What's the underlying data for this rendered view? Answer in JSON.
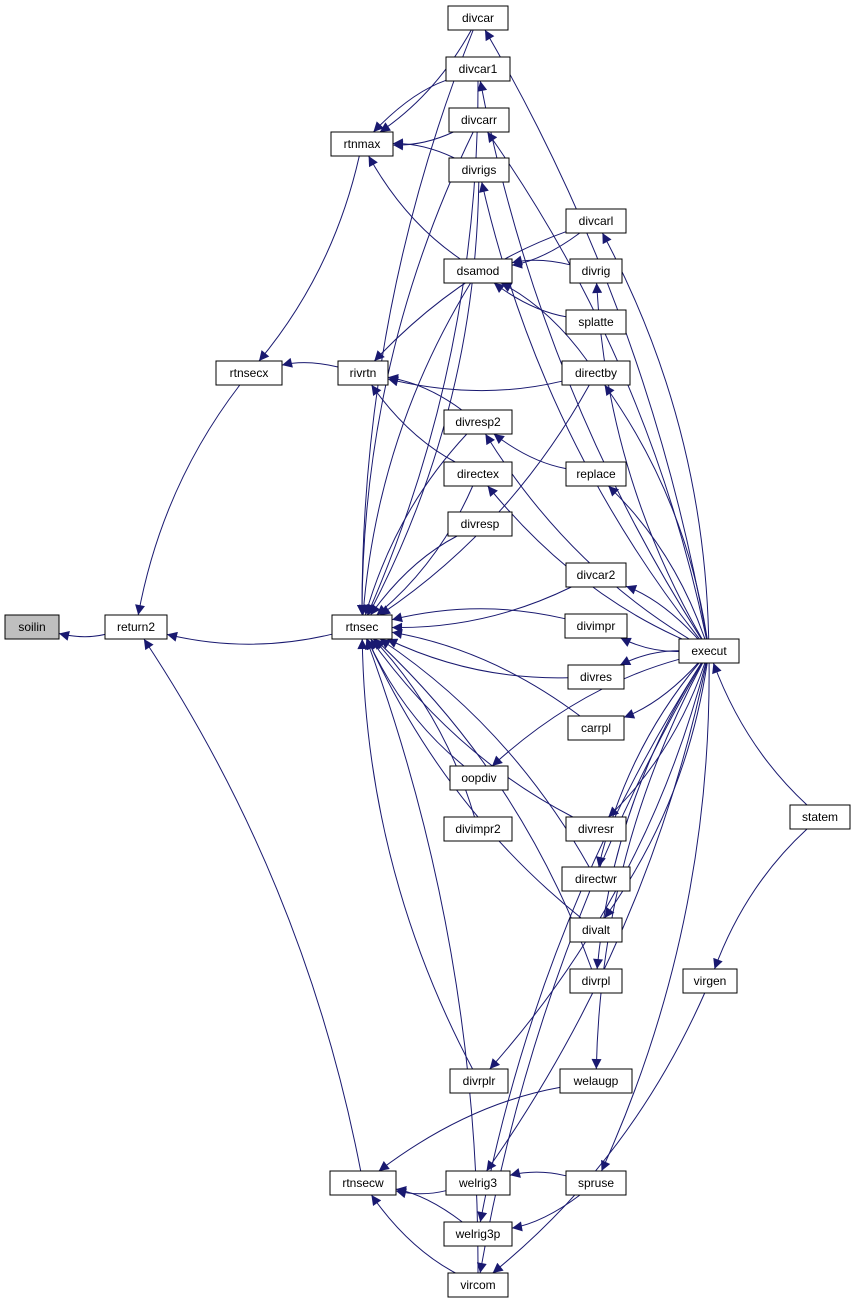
{
  "graph": {
    "edge_color": "#191970",
    "arrow_color": "#191970",
    "root_fill": "#bfbfbf",
    "nodes": [
      {
        "id": "soilin",
        "label": "soilin",
        "root": true
      },
      {
        "id": "return2",
        "label": "return2"
      },
      {
        "id": "rtnsecx",
        "label": "rtnsecx"
      },
      {
        "id": "rtnmax",
        "label": "rtnmax"
      },
      {
        "id": "rivrtn",
        "label": "rivrtn"
      },
      {
        "id": "rtnsec",
        "label": "rtnsec"
      },
      {
        "id": "rtnsecw",
        "label": "rtnsecw"
      },
      {
        "id": "divcar",
        "label": "divcar"
      },
      {
        "id": "divcar1",
        "label": "divcar1"
      },
      {
        "id": "divcarr",
        "label": "divcarr"
      },
      {
        "id": "divrigs",
        "label": "divrigs"
      },
      {
        "id": "dsamod",
        "label": "dsamod"
      },
      {
        "id": "divresp2",
        "label": "divresp2"
      },
      {
        "id": "directex",
        "label": "directex"
      },
      {
        "id": "divresp",
        "label": "divresp"
      },
      {
        "id": "oopdiv",
        "label": "oopdiv"
      },
      {
        "id": "divimpr2",
        "label": "divimpr2"
      },
      {
        "id": "divrplr",
        "label": "divrplr"
      },
      {
        "id": "welrig3",
        "label": "welrig3"
      },
      {
        "id": "welrig3p",
        "label": "welrig3p"
      },
      {
        "id": "vircom",
        "label": "vircom"
      },
      {
        "id": "divcarl",
        "label": "divcarl"
      },
      {
        "id": "divrig",
        "label": "divrig"
      },
      {
        "id": "splatte",
        "label": "splatte"
      },
      {
        "id": "directby",
        "label": "directby"
      },
      {
        "id": "replace",
        "label": "replace"
      },
      {
        "id": "divcar2",
        "label": "divcar2"
      },
      {
        "id": "divimpr",
        "label": "divimpr"
      },
      {
        "id": "divres",
        "label": "divres"
      },
      {
        "id": "carrpl",
        "label": "carrpl"
      },
      {
        "id": "divresr",
        "label": "divresr"
      },
      {
        "id": "directwr",
        "label": "directwr"
      },
      {
        "id": "divalt",
        "label": "divalt"
      },
      {
        "id": "divrpl",
        "label": "divrpl"
      },
      {
        "id": "welaugp",
        "label": "welaugp"
      },
      {
        "id": "spruse",
        "label": "spruse"
      },
      {
        "id": "execut",
        "label": "execut"
      },
      {
        "id": "statem",
        "label": "statem"
      },
      {
        "id": "virgen",
        "label": "virgen"
      }
    ],
    "edges": [
      [
        "return2",
        "soilin"
      ],
      [
        "rtnsecx",
        "return2"
      ],
      [
        "rtnsec",
        "return2"
      ],
      [
        "rtnsecw",
        "return2"
      ],
      [
        "rtnmax",
        "rtnsecx"
      ],
      [
        "rivrtn",
        "rtnsecx"
      ],
      [
        "divcar",
        "rtnmax"
      ],
      [
        "divcar1",
        "rtnmax"
      ],
      [
        "divcarr",
        "rtnmax"
      ],
      [
        "divrigs",
        "rtnmax"
      ],
      [
        "dsamod",
        "rtnmax"
      ],
      [
        "divcarl",
        "rivrtn"
      ],
      [
        "directby",
        "rivrtn"
      ],
      [
        "divresp2",
        "rivrtn"
      ],
      [
        "directex",
        "rivrtn"
      ],
      [
        "divcar",
        "rtnsec"
      ],
      [
        "divcar1",
        "rtnsec"
      ],
      [
        "divcarr",
        "rtnsec"
      ],
      [
        "divrigs",
        "rtnsec"
      ],
      [
        "dsamod",
        "rtnsec"
      ],
      [
        "directby",
        "rtnsec"
      ],
      [
        "divresp2",
        "rtnsec"
      ],
      [
        "directex",
        "rtnsec"
      ],
      [
        "divresp",
        "rtnsec"
      ],
      [
        "divcar2",
        "rtnsec"
      ],
      [
        "divimpr",
        "rtnsec"
      ],
      [
        "divres",
        "rtnsec"
      ],
      [
        "carrpl",
        "rtnsec"
      ],
      [
        "oopdiv",
        "rtnsec"
      ],
      [
        "divimpr2",
        "rtnsec"
      ],
      [
        "divresr",
        "rtnsec"
      ],
      [
        "directwr",
        "rtnsec"
      ],
      [
        "divalt",
        "rtnsec"
      ],
      [
        "divrpl",
        "rtnsec"
      ],
      [
        "divrplr",
        "rtnsec"
      ],
      [
        "vircom",
        "rtnsec"
      ],
      [
        "divcarl",
        "dsamod"
      ],
      [
        "divrig",
        "dsamod"
      ],
      [
        "splatte",
        "dsamod"
      ],
      [
        "directby",
        "dsamod"
      ],
      [
        "replace",
        "divresp2"
      ],
      [
        "welaugp",
        "rtnsecw"
      ],
      [
        "welrig3",
        "rtnsecw"
      ],
      [
        "welrig3p",
        "rtnsecw"
      ],
      [
        "vircom",
        "rtnsecw"
      ],
      [
        "spruse",
        "welrig3"
      ],
      [
        "spruse",
        "welrig3p"
      ],
      [
        "execut",
        "divcar"
      ],
      [
        "execut",
        "divcar1"
      ],
      [
        "execut",
        "divcarr"
      ],
      [
        "execut",
        "divrigs"
      ],
      [
        "execut",
        "divcarl"
      ],
      [
        "execut",
        "divrig"
      ],
      [
        "execut",
        "directby"
      ],
      [
        "execut",
        "divresp2"
      ],
      [
        "execut",
        "replace"
      ],
      [
        "execut",
        "directex"
      ],
      [
        "execut",
        "divcar2"
      ],
      [
        "execut",
        "divimpr"
      ],
      [
        "execut",
        "divres"
      ],
      [
        "execut",
        "carrpl"
      ],
      [
        "execut",
        "oopdiv"
      ],
      [
        "execut",
        "divresr"
      ],
      [
        "execut",
        "directwr"
      ],
      [
        "execut",
        "divalt"
      ],
      [
        "execut",
        "divrpl"
      ],
      [
        "execut",
        "divrplr"
      ],
      [
        "execut",
        "welaugp"
      ],
      [
        "execut",
        "welrig3"
      ],
      [
        "execut",
        "welrig3p"
      ],
      [
        "execut",
        "spruse"
      ],
      [
        "execut",
        "vircom"
      ],
      [
        "statem",
        "execut"
      ],
      [
        "statem",
        "virgen"
      ],
      [
        "virgen",
        "vircom"
      ]
    ]
  }
}
